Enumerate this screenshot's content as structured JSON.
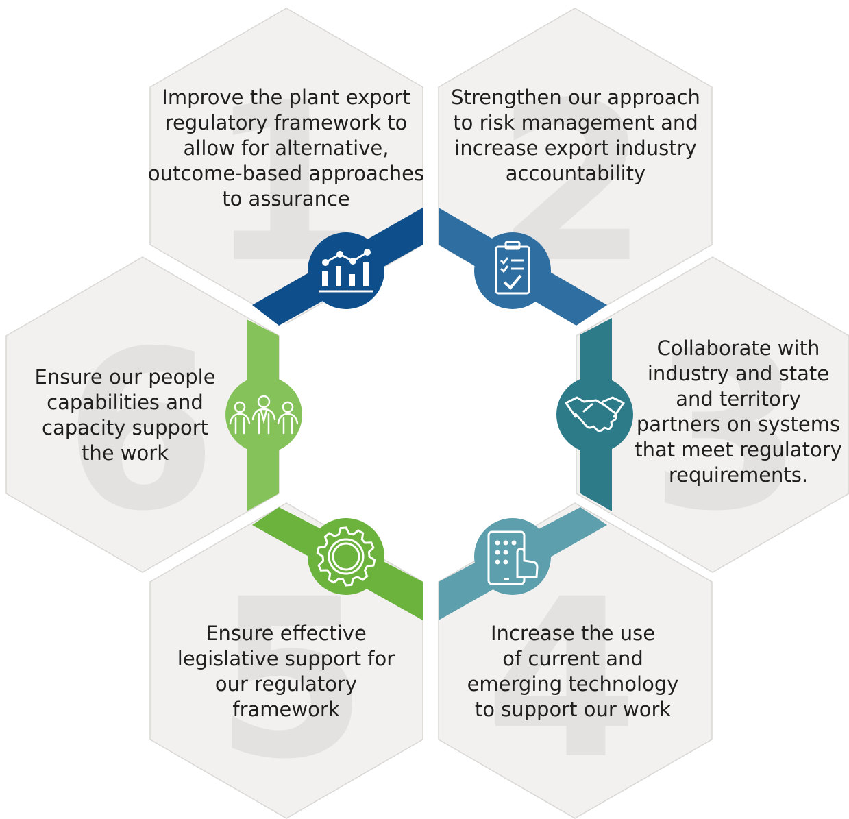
{
  "segments": [
    {
      "number": "1",
      "text": "Improve the plant export\nregulatory framework to\nallow for alternative,\noutcome-based approaches\nto assurance",
      "color": "#0e4e8a",
      "icon": "bar-chart-icon"
    },
    {
      "number": "2",
      "text": "Strengthen our approach\nto risk management and\nincrease export industry\naccountability",
      "color": "#2f6ea0",
      "icon": "clipboard-checklist-icon"
    },
    {
      "number": "3",
      "text": "Collaborate with\nindustry and state\nand territory\npartners on systems\nthat meet regulatory\nrequirements.",
      "color": "#2d7a88",
      "icon": "handshake-icon"
    },
    {
      "number": "4",
      "text": "Increase the use\nof current and\nemerging technology\nto support our work",
      "color": "#5d9fad",
      "icon": "tablet-touch-icon"
    },
    {
      "number": "5",
      "text": "Ensure effective\nlegislative support for\nour regulatory\nframework",
      "color": "#6cb33e",
      "icon": "gear-icon"
    },
    {
      "number": "6",
      "text": "Ensure our people\ncapabilities and\ncapacity support\nthe work",
      "color": "#86c25a",
      "icon": "people-group-icon"
    }
  ]
}
